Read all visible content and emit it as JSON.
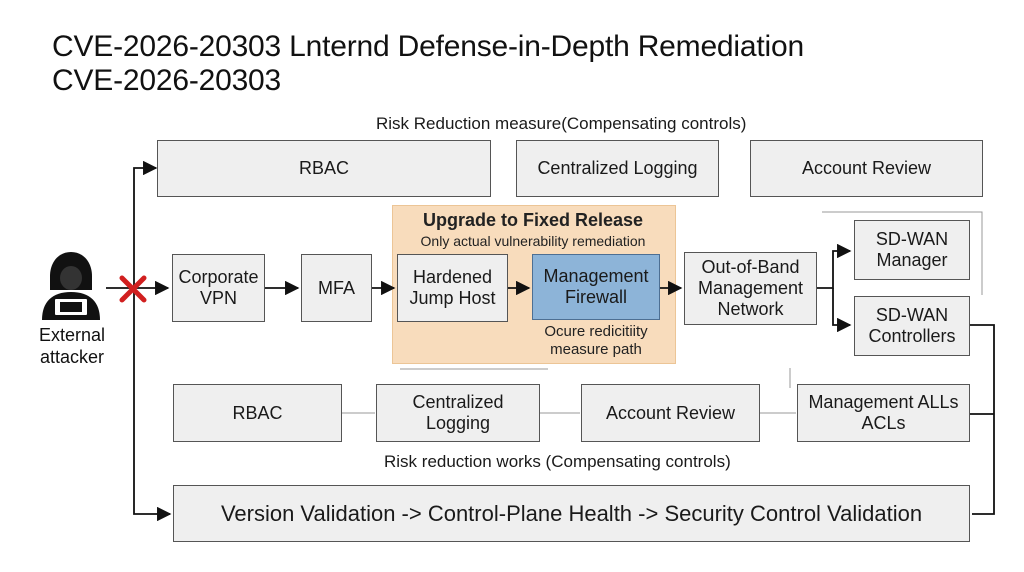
{
  "title": {
    "line1": "CVE-2026-20303 Lnternd Defense-in-Depth Remediation",
    "line2": "CVE-2026-20303"
  },
  "captions": {
    "top": "Risk Reduction measure(Compensating controls)",
    "bottom": "Risk reduction works (Compensating controls)"
  },
  "top_controls": [
    "RBAC",
    "Centralized Logging",
    "Account Review"
  ],
  "attacker": {
    "icon": "hooded-attacker-icon",
    "label": "External\nattacker",
    "block_icon": "red-x-icon",
    "block_color": "#d11f1f"
  },
  "main_path": [
    "Corporate\nVPN",
    "MFA",
    "Hardened\nJump Host",
    "Management\nFirewall",
    "Out-of-Band\nManagement\nNetwork"
  ],
  "highlight": {
    "title": "Upgrade to Fixed Release",
    "subtitle": "Only actual vulnerability remediation",
    "path_label": "Ocure redicitiity\nmeasure path",
    "color": "#f8dcbc"
  },
  "targets": [
    "SD-WAN\nManager",
    "SD-WAN\nControllers"
  ],
  "bottom_controls": [
    "RBAC",
    "Centralized\nLogging",
    "Account Review",
    "Management ALLs\nACLs"
  ],
  "validation": "Version Validation -> Control-Plane Health -> Security Control Validation",
  "colors": {
    "box_fill": "#efefef",
    "firewall_fill": "#8db4d8",
    "border": "#555555"
  }
}
